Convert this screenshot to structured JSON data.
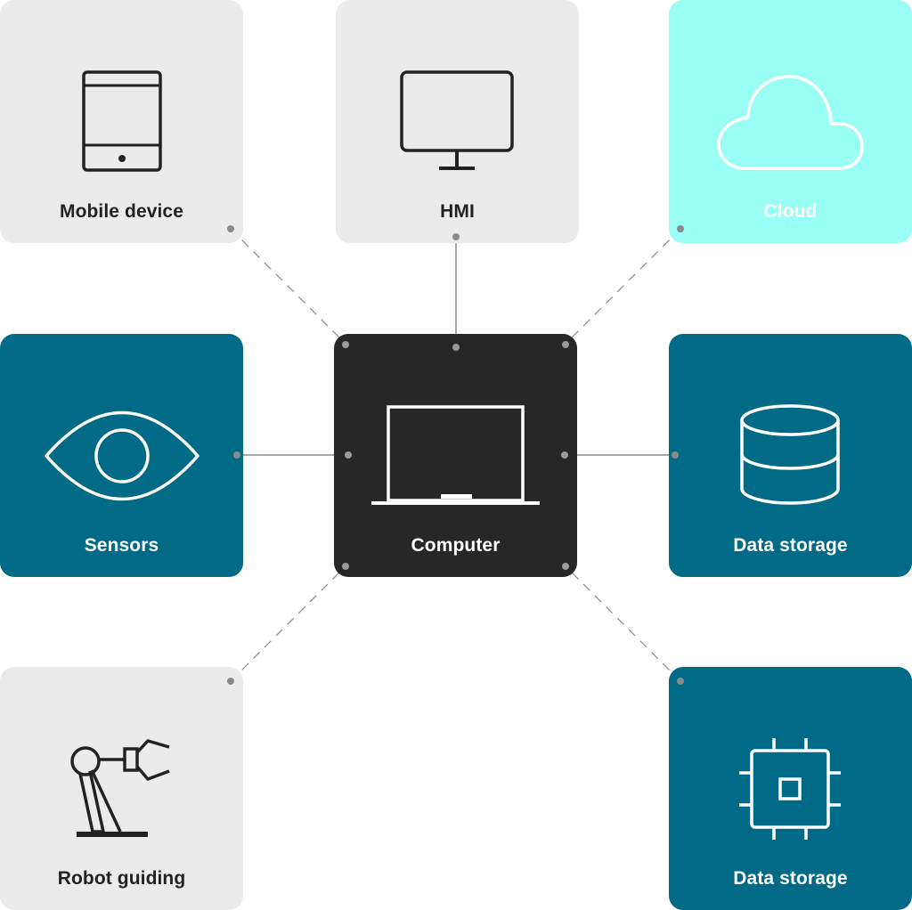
{
  "nodes": {
    "mobile_device": {
      "label": "Mobile device",
      "icon": "tablet-icon"
    },
    "hmi": {
      "label": "HMI",
      "icon": "monitor-icon"
    },
    "cloud": {
      "label": "Cloud",
      "icon": "cloud-icon"
    },
    "sensors": {
      "label": "Sensors",
      "icon": "eye-icon"
    },
    "computer": {
      "label": "Computer",
      "icon": "laptop-icon"
    },
    "data_storage": {
      "label": "Data storage",
      "icon": "database-icon"
    },
    "robot_guiding": {
      "label": "Robot guiding",
      "icon": "robot-arm-icon"
    },
    "data_storage_chip": {
      "label": "Data storage",
      "icon": "chip-icon"
    }
  },
  "colors": {
    "light_tile": "#ebebeb",
    "teal_tile": "#006a87",
    "cyan_tile": "#99fff5",
    "dark_tile": "#272727",
    "connector": "#8a8a8a"
  },
  "connections": [
    {
      "from": "computer",
      "to": "hmi",
      "style": "solid"
    },
    {
      "from": "computer",
      "to": "sensors",
      "style": "solid"
    },
    {
      "from": "computer",
      "to": "data_storage",
      "style": "solid"
    },
    {
      "from": "computer",
      "to": "mobile_device",
      "style": "dashed"
    },
    {
      "from": "computer",
      "to": "cloud",
      "style": "dashed"
    },
    {
      "from": "computer",
      "to": "robot_guiding",
      "style": "dashed"
    },
    {
      "from": "computer",
      "to": "data_storage_chip",
      "style": "dashed"
    }
  ]
}
